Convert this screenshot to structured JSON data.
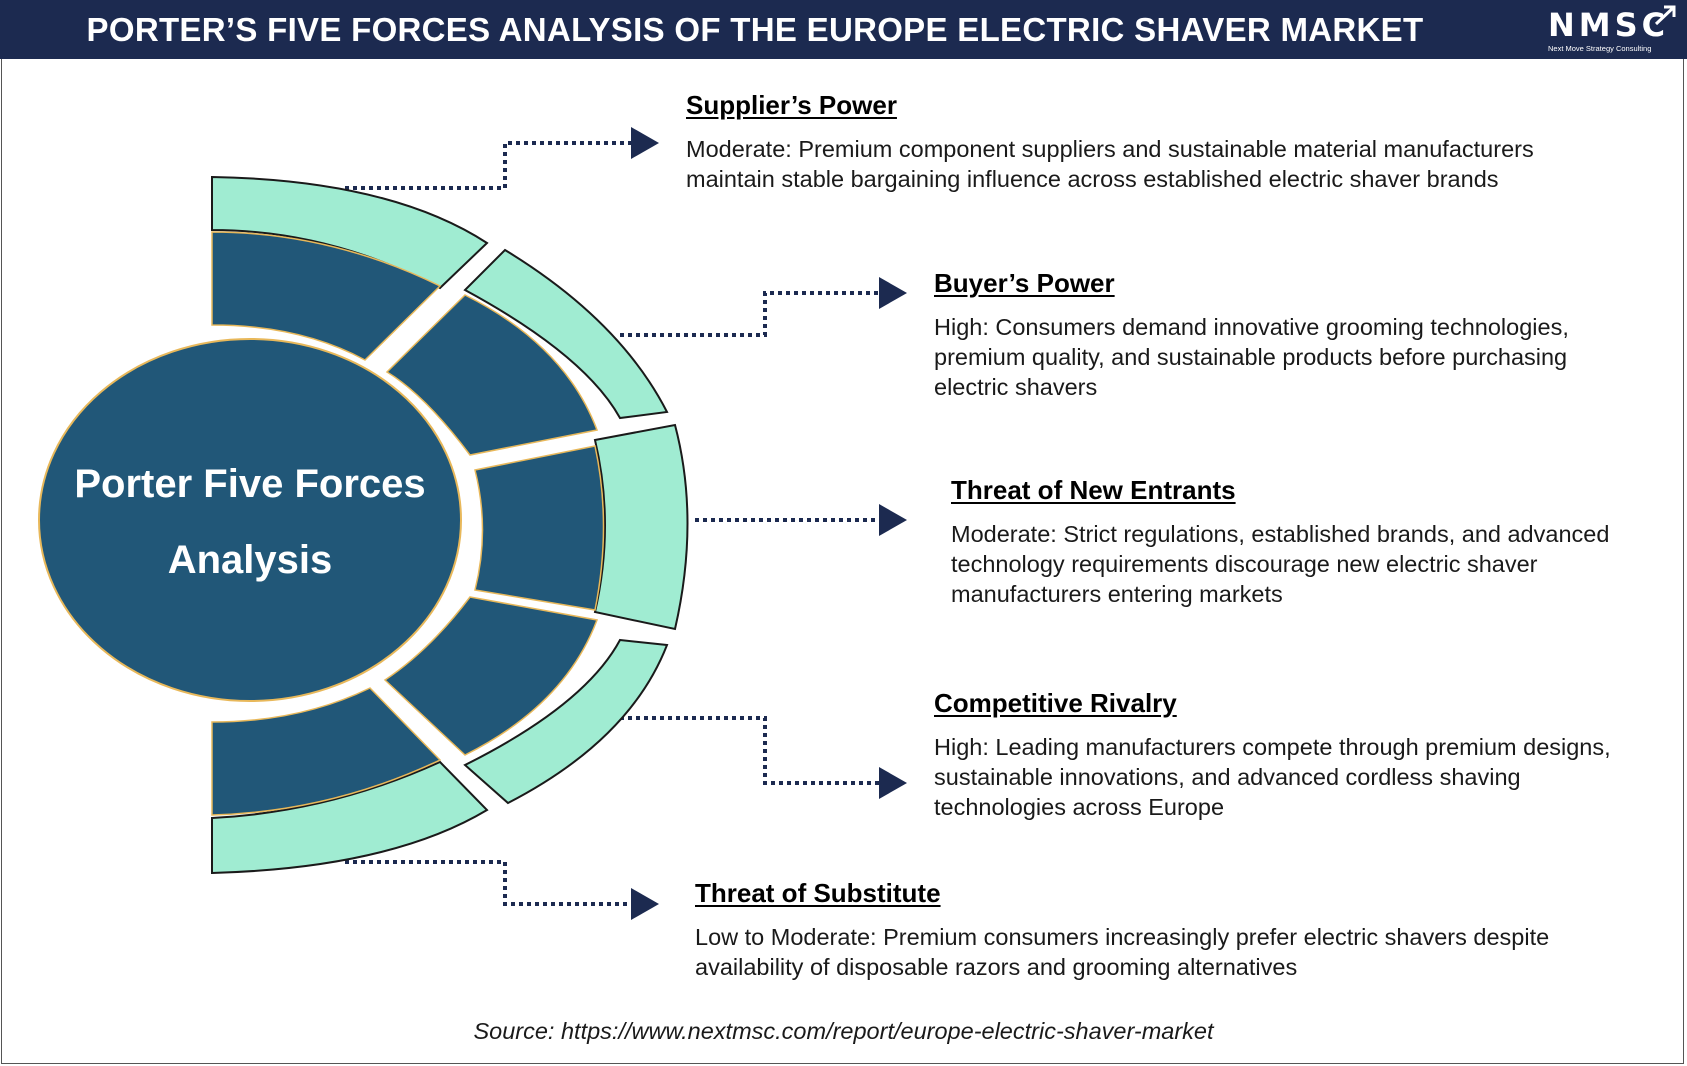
{
  "header": {
    "title": "PORTER’S FIVE FORCES ANALYSIS OF THE EUROPE ELECTRIC SHAVER MARKET",
    "logo_text": "NMSC",
    "logo_subtext": "Next Move Strategy Consulting"
  },
  "center": {
    "line1": "Porter Five Forces",
    "line2": "Analysis"
  },
  "forces": [
    {
      "title": "Supplier’s Power",
      "description": "Moderate: Premium component suppliers and sustainable material manufacturers maintain stable bargaining influence across established electric shaver brands"
    },
    {
      "title": "Buyer’s Power",
      "description": "High: Consumers demand innovative grooming technologies, premium quality, and sustainable products before purchasing electric shavers"
    },
    {
      "title": "Threat of New Entrants",
      "description": "Moderate: Strict regulations, established brands, and advanced technology requirements discourage new electric shaver manufacturers entering markets"
    },
    {
      "title": "Competitive Rivalry",
      "description": "High: Leading manufacturers compete through premium designs, sustainable innovations, and advanced cordless shaving technologies across Europe"
    },
    {
      "title": "Threat of Substitute",
      "description": "Low to Moderate: Premium consumers increasingly prefer electric shavers despite availability of disposable razors and grooming alternatives"
    }
  ],
  "source": "Source: https://www.nextmsc.com/report/europe-electric-shaver-market",
  "colors": {
    "header_bg": "#1c2a50",
    "dark_teal": "#215778",
    "mint": "#a0ecd2",
    "arrow": "#1c2a50",
    "segment_outline": "#e8b85a"
  }
}
